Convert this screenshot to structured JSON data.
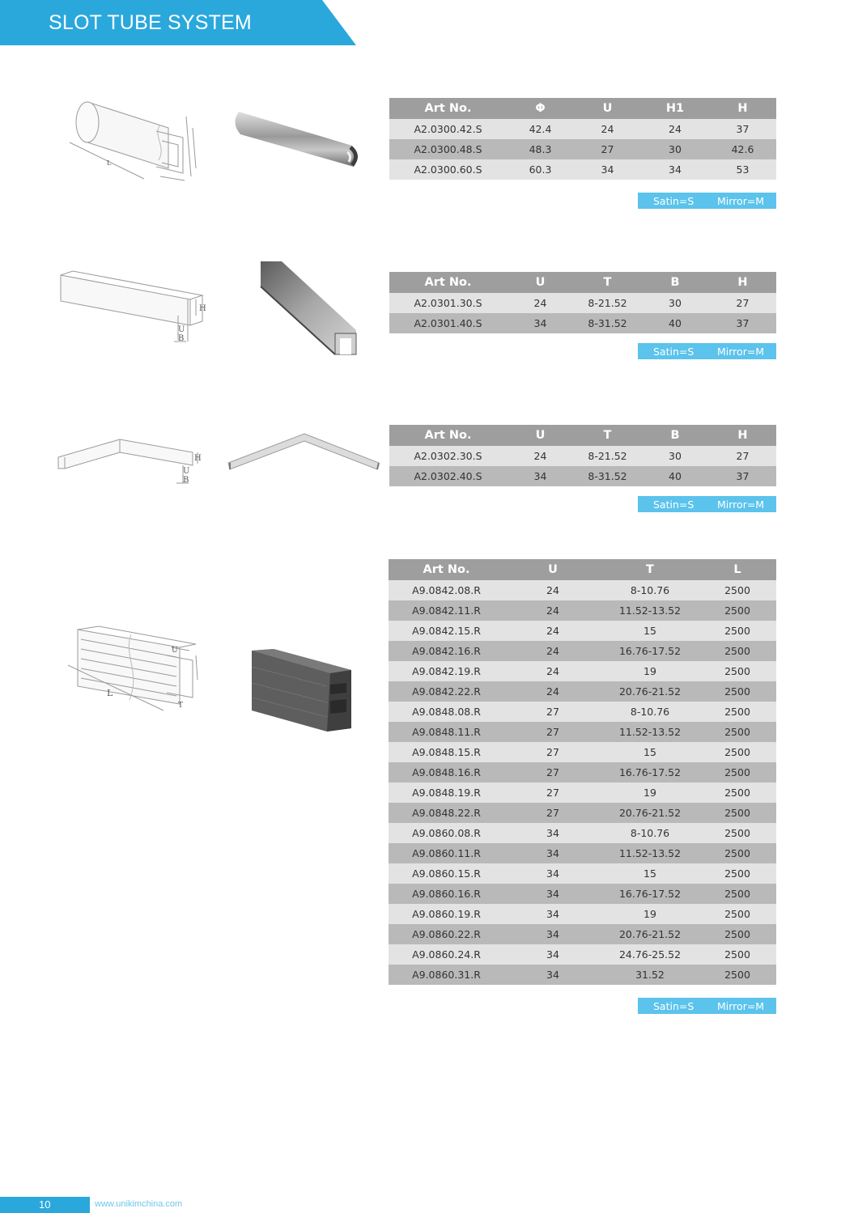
{
  "header": {
    "title": "SLOT TUBE SYSTEM",
    "color": "#2aa8dc"
  },
  "sections": [
    {
      "columns": [
        "Art No.",
        "Φ",
        "U",
        "H1",
        "H"
      ],
      "rows": [
        [
          "A2.0300.42.S",
          "42.4",
          "24",
          "24",
          "37"
        ],
        [
          "A2.0300.48.S",
          "48.3",
          "27",
          "30",
          "42.6"
        ],
        [
          "A2.0300.60.S",
          "60.3",
          "34",
          "34",
          "53"
        ]
      ],
      "finish": {
        "satin": "Satin=S",
        "mirror": "Mirror=M"
      },
      "drawing_labels": {
        "l": "L"
      }
    },
    {
      "columns": [
        "Art No.",
        "U",
        "T",
        "B",
        "H"
      ],
      "rows": [
        [
          "A2.0301.30.S",
          "24",
          "8-21.52",
          "30",
          "27"
        ],
        [
          "A2.0301.40.S",
          "34",
          "8-31.52",
          "40",
          "37"
        ]
      ],
      "finish": {
        "satin": "Satin=S",
        "mirror": "Mirror=M"
      },
      "drawing_labels": {
        "h": "H",
        "u": "U",
        "b": "B"
      }
    },
    {
      "columns": [
        "Art No.",
        "U",
        "T",
        "B",
        "H"
      ],
      "rows": [
        [
          "A2.0302.30.S",
          "24",
          "8-21.52",
          "30",
          "27"
        ],
        [
          "A2.0302.40.S",
          "34",
          "8-31.52",
          "40",
          "37"
        ]
      ],
      "finish": {
        "satin": "Satin=S",
        "mirror": "Mirror=M"
      },
      "drawing_labels": {
        "h": "H",
        "u": "U",
        "b": "B"
      }
    },
    {
      "columns": [
        "Art No.",
        "U",
        "T",
        "L"
      ],
      "rows": [
        [
          "A9.0842.08.R",
          "24",
          "8-10.76",
          "2500"
        ],
        [
          "A9.0842.11.R",
          "24",
          "11.52-13.52",
          "2500"
        ],
        [
          "A9.0842.15.R",
          "24",
          "15",
          "2500"
        ],
        [
          "A9.0842.16.R",
          "24",
          "16.76-17.52",
          "2500"
        ],
        [
          "A9.0842.19.R",
          "24",
          "19",
          "2500"
        ],
        [
          "A9.0842.22.R",
          "24",
          "20.76-21.52",
          "2500"
        ],
        [
          "A9.0848.08.R",
          "27",
          "8-10.76",
          "2500"
        ],
        [
          "A9.0848.11.R",
          "27",
          "11.52-13.52",
          "2500"
        ],
        [
          "A9.0848.15.R",
          "27",
          "15",
          "2500"
        ],
        [
          "A9.0848.16.R",
          "27",
          "16.76-17.52",
          "2500"
        ],
        [
          "A9.0848.19.R",
          "27",
          "19",
          "2500"
        ],
        [
          "A9.0848.22.R",
          "27",
          "20.76-21.52",
          "2500"
        ],
        [
          "A9.0860.08.R",
          "34",
          "8-10.76",
          "2500"
        ],
        [
          "A9.0860.11.R",
          "34",
          "11.52-13.52",
          "2500"
        ],
        [
          "A9.0860.15.R",
          "34",
          "15",
          "2500"
        ],
        [
          "A9.0860.16.R",
          "34",
          "16.76-17.52",
          "2500"
        ],
        [
          "A9.0860.19.R",
          "34",
          "19",
          "2500"
        ],
        [
          "A9.0860.22.R",
          "34",
          "20.76-21.52",
          "2500"
        ],
        [
          "A9.0860.24.R",
          "34",
          "24.76-25.52",
          "2500"
        ],
        [
          "A9.0860.31.R",
          "34",
          "31.52",
          "2500"
        ]
      ],
      "finish": {
        "satin": "Satin=S",
        "mirror": "Mirror=M"
      },
      "drawing_labels": {
        "l": "L",
        "u": "U",
        "t": "T"
      }
    }
  ],
  "footer": {
    "page_number": "10",
    "url": "www.unikimchina.com"
  }
}
